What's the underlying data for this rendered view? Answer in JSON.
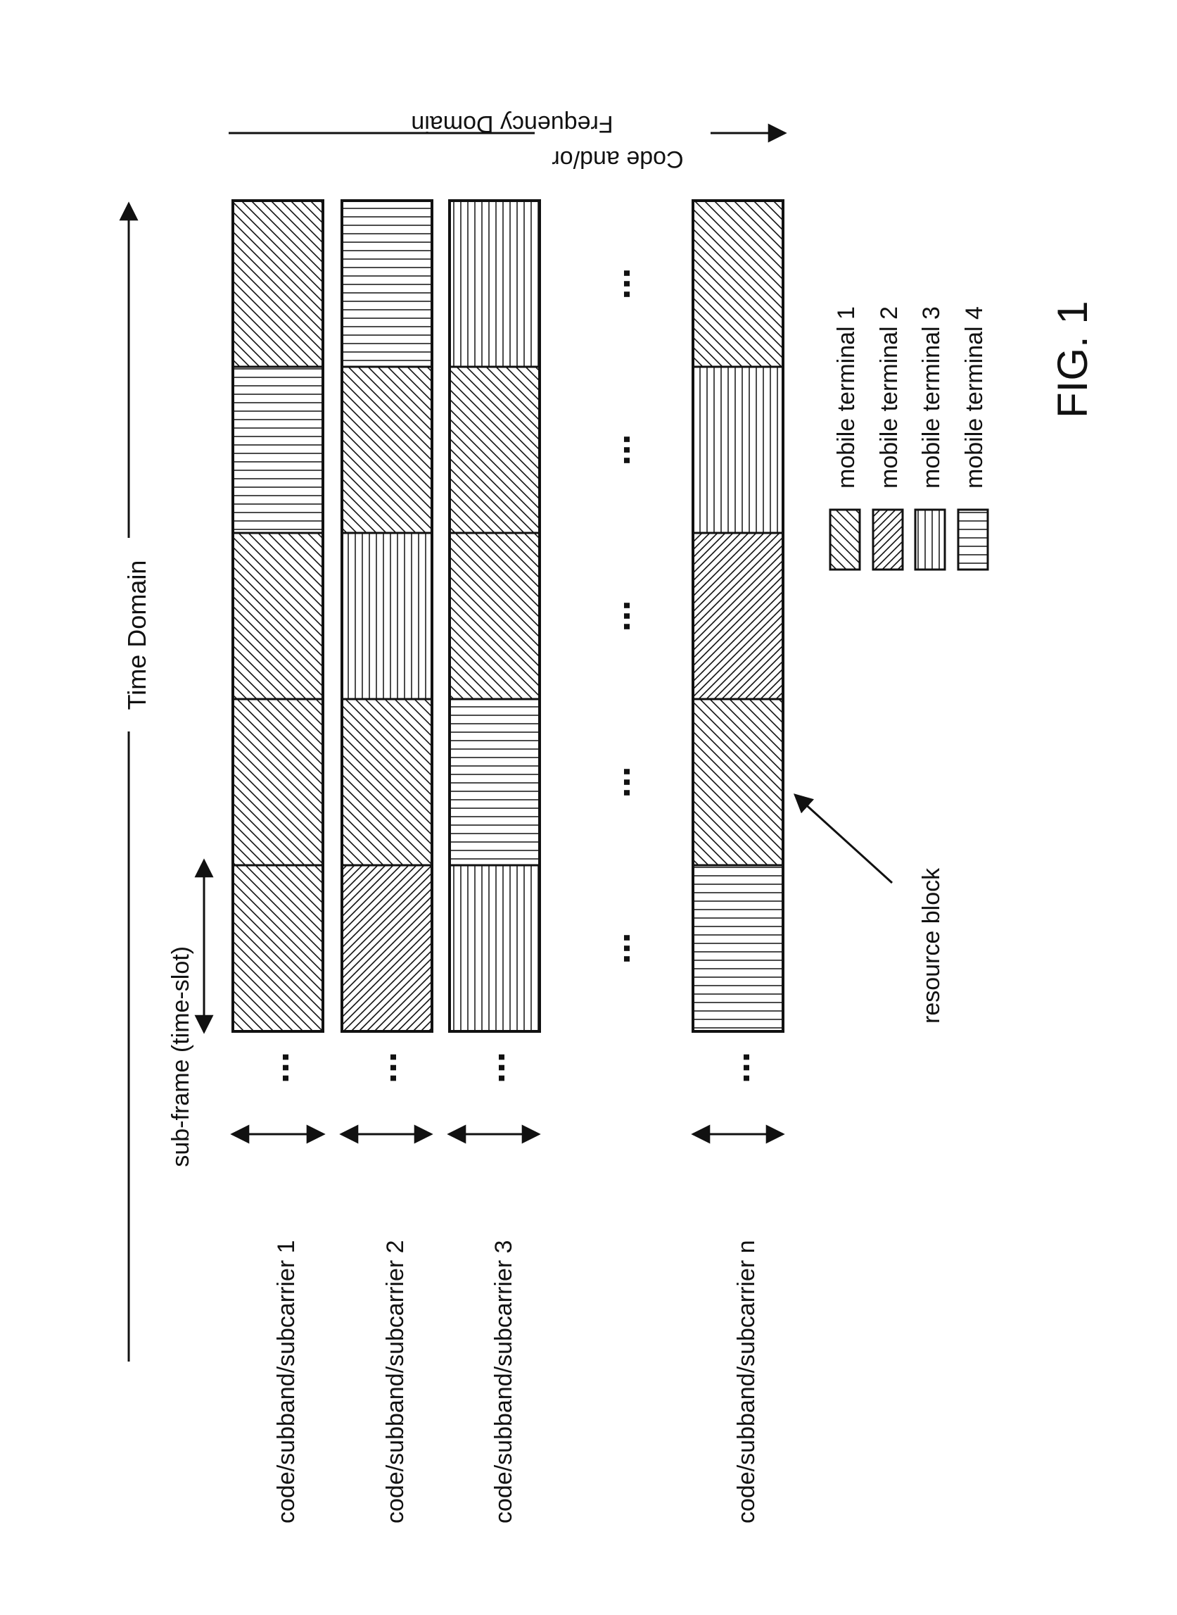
{
  "figure": {
    "time_axis_label": "Time Domain",
    "frequency_axis_label_line1": "Code and/or",
    "frequency_axis_label_line2": "Frequency Domain",
    "subframe_label": "sub-frame (time-slot)",
    "resource_block_label": "resource block",
    "caption": "FIG. 1",
    "row_ellipsis": "...",
    "gap_ellipsis": "..."
  },
  "rows": [
    {
      "label": "code/subband/subcarrier 1",
      "cells": [
        1,
        1,
        1,
        4,
        1
      ]
    },
    {
      "label": "code/subband/subcarrier 2",
      "cells": [
        2,
        1,
        3,
        1,
        4
      ]
    },
    {
      "label": "code/subband/subcarrier 3",
      "cells": [
        3,
        4,
        1,
        1,
        3
      ]
    },
    {
      "label": "code/subband/subcarrier n",
      "cells": [
        4,
        1,
        2,
        3,
        1
      ]
    }
  ],
  "legend": [
    {
      "terminal": 1,
      "label": "mobile terminal 1"
    },
    {
      "terminal": 2,
      "label": "mobile terminal 2"
    },
    {
      "terminal": 3,
      "label": "mobile terminal 3"
    },
    {
      "terminal": 4,
      "label": "mobile terminal 4"
    }
  ]
}
